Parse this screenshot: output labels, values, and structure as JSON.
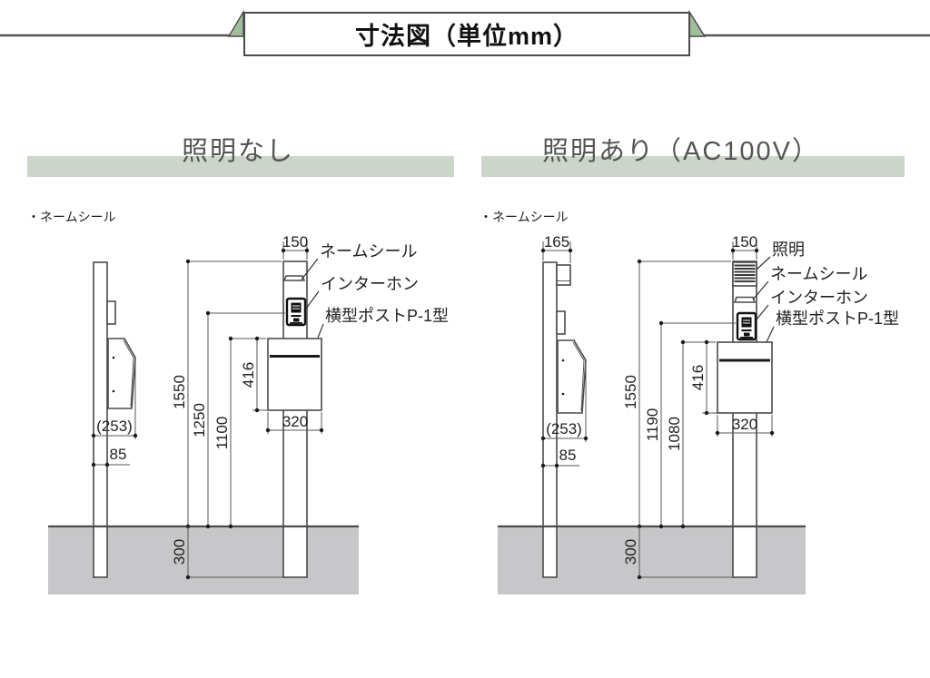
{
  "title": "寸法図（単位mm）",
  "sections": {
    "left": {
      "header": "照明なし",
      "note": "・ネームシール",
      "labels": {
        "nameseal": "ネームシール",
        "interphone": "インターホン",
        "post_model": "横型ポストP-1型"
      },
      "dims": {
        "post_width": "150",
        "total_height": "1550",
        "interphone_height": "1250",
        "box_top_height": "1100",
        "box_height": "416",
        "box_width": "320",
        "depth": "(253)",
        "post_depth": "85",
        "embed_depth": "300"
      }
    },
    "right": {
      "header": "照明あり（AC100V）",
      "note": "・ネームシール",
      "labels": {
        "light": "照明",
        "nameseal": "ネームシール",
        "interphone": "インターホン",
        "post_model": "横型ポストP-1型"
      },
      "dims": {
        "post_width": "150",
        "side_total_depth": "165",
        "total_height": "1550",
        "interphone_height": "1190",
        "box_top_height": "1080",
        "box_height": "416",
        "box_width": "320",
        "depth": "(253)",
        "post_depth": "85",
        "embed_depth": "300"
      }
    }
  },
  "colors": {
    "accent_green": "#a3bc9b",
    "band_green": "#ccd5ca",
    "ground_gray": "#c7c7c9",
    "line": "#4a4a4a"
  }
}
